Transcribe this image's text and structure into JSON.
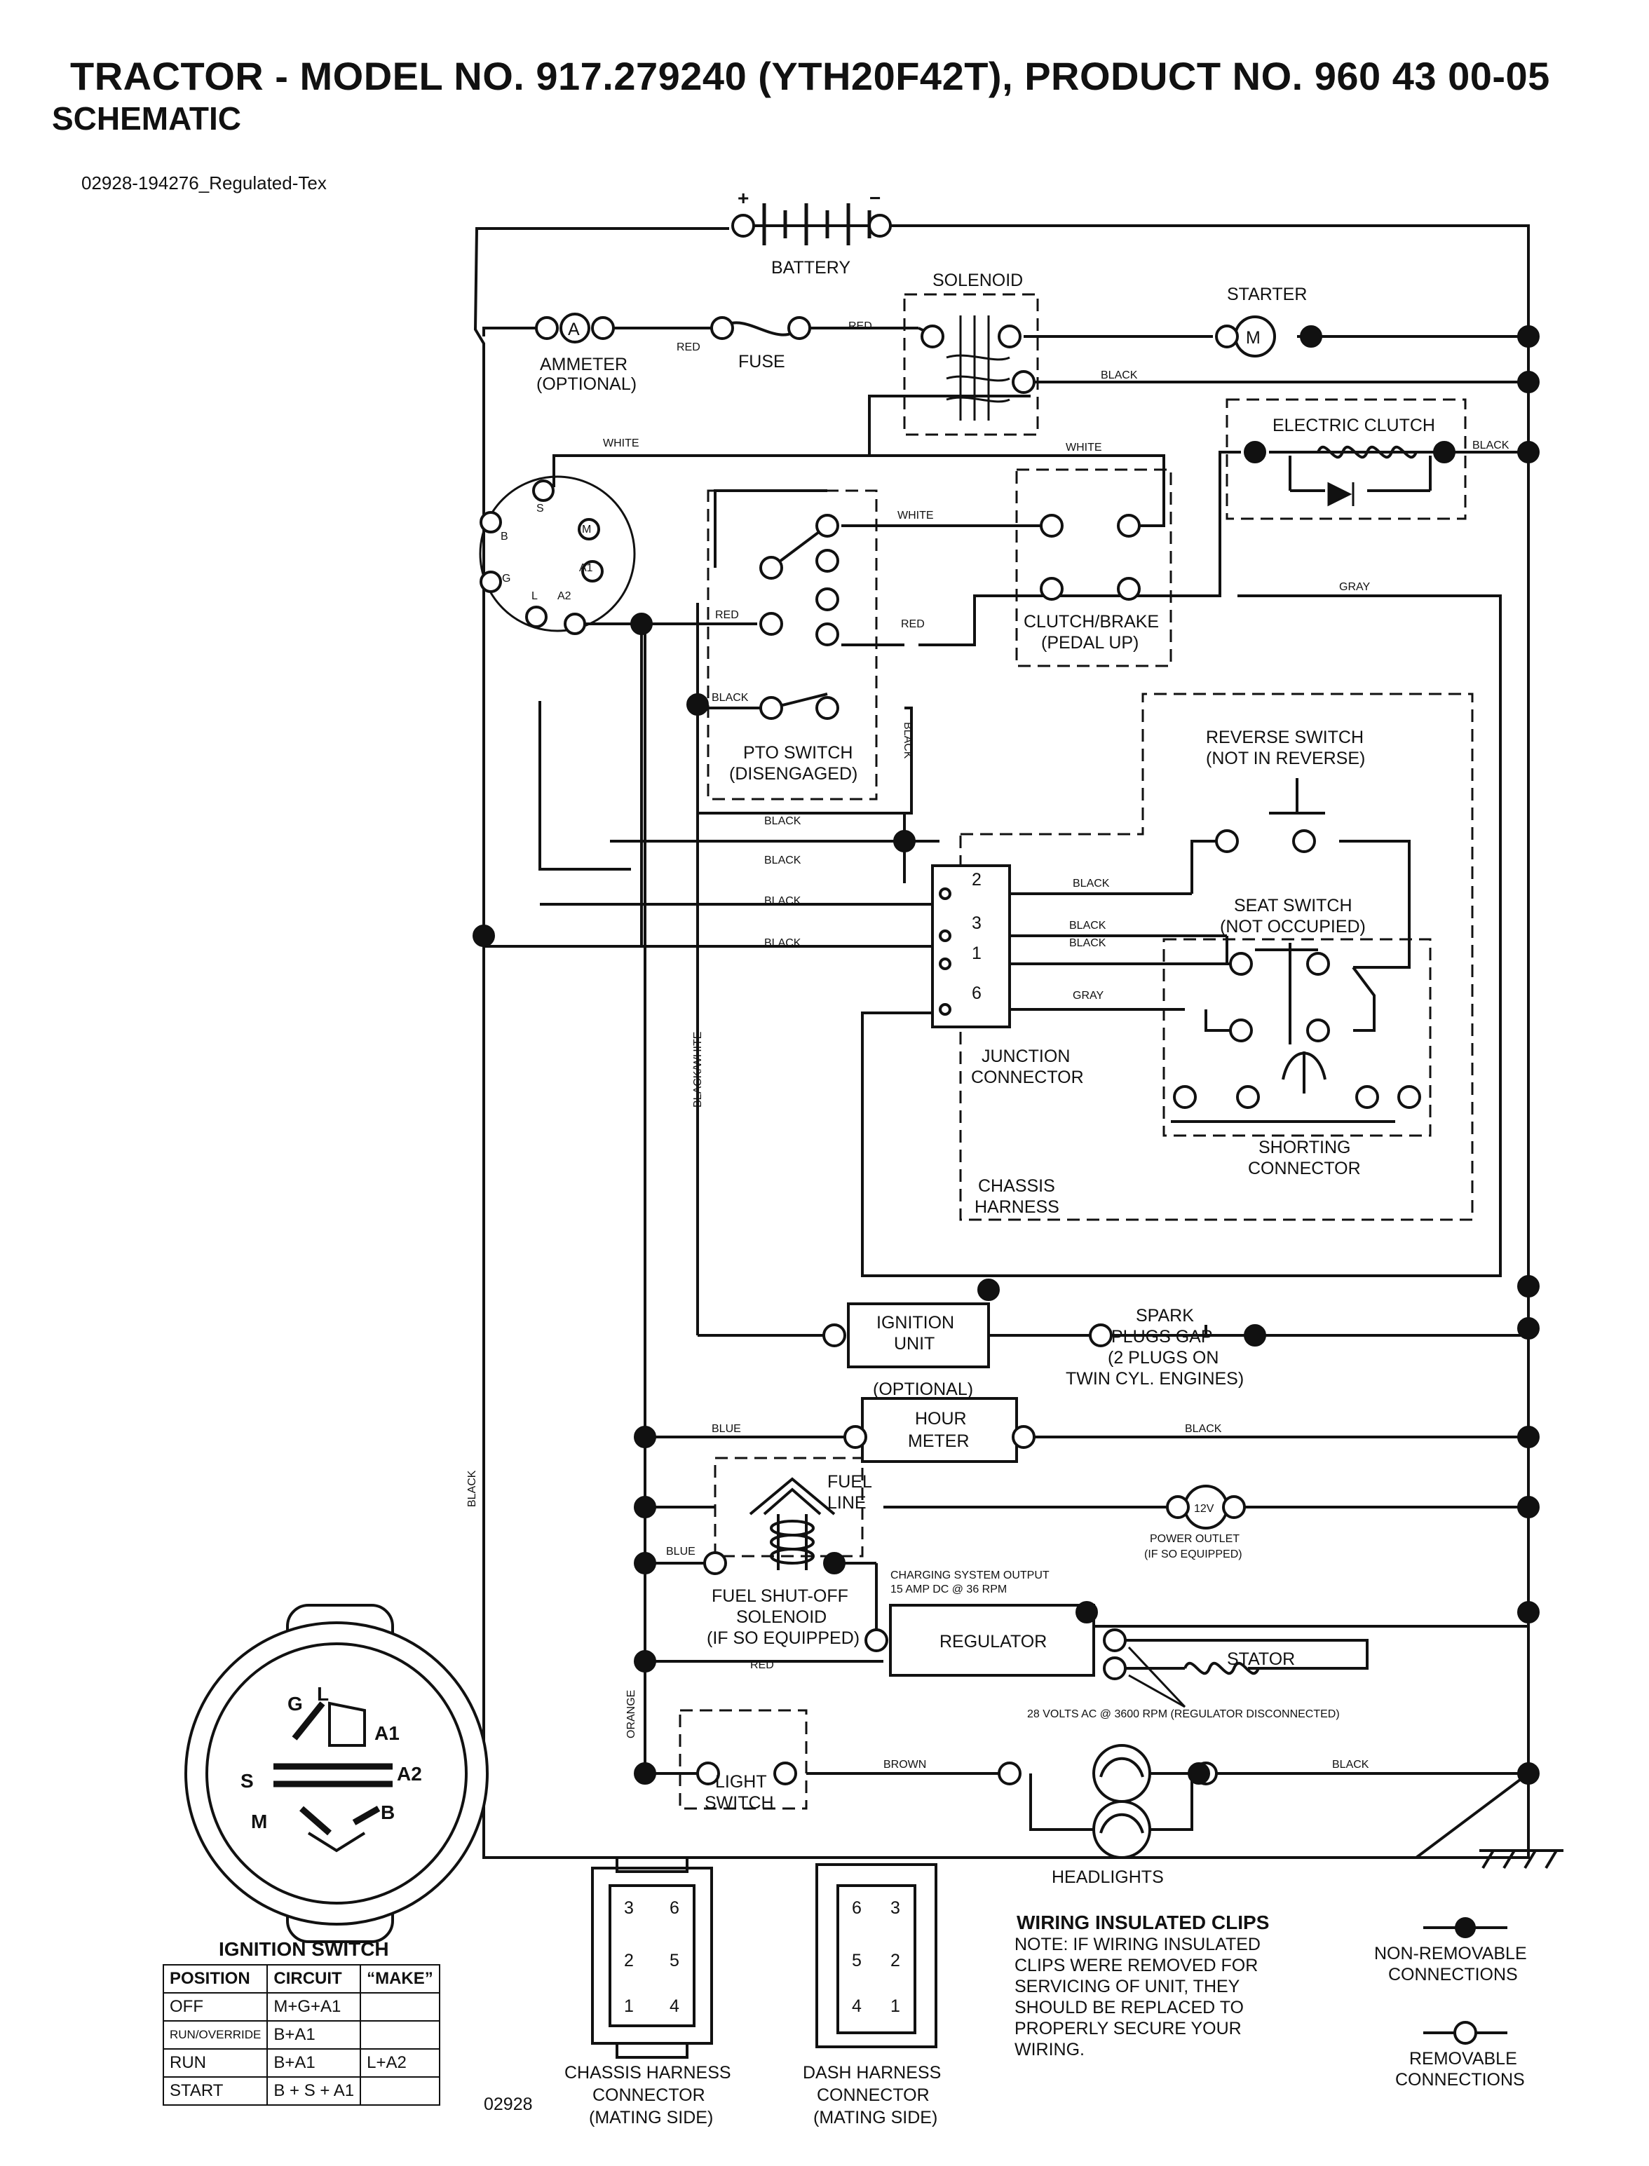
{
  "header": {
    "title": "TRACTOR - MODEL NO. 917.279240 (YTH20F42T), PRODUCT NO. 960 43 00-05",
    "subtitle": "SCHEMATIC",
    "doc_ref": "02928-194276_Regulated-Tex"
  },
  "components": {
    "battery": "BATTERY",
    "battery_plus": "+",
    "battery_minus": "−",
    "solenoid": "SOLENOID",
    "starter": "STARTER",
    "starter_symbol": "M",
    "ammeter": "AMMETER",
    "ammeter_note": "(OPTIONAL)",
    "ammeter_symbol": "A",
    "fuse": "FUSE",
    "electric_clutch": "ELECTRIC CLUTCH",
    "pto_switch": "PTO SWITCH",
    "pto_state": "(DISENGAGED)",
    "clutch_brake": "CLUTCH/BRAKE",
    "clutch_brake_state": "(PEDAL UP)",
    "reverse_switch": "REVERSE SWITCH",
    "reverse_state": "(NOT IN REVERSE)",
    "seat_switch": "SEAT SWITCH",
    "seat_state": "(NOT OCCUPIED)",
    "junction_connector_1": "JUNCTION",
    "junction_connector_2": "CONNECTOR",
    "shorting_connector_1": "SHORTING",
    "shorting_connector_2": "CONNECTOR",
    "chassis_harness_1": "CHASSIS",
    "chassis_harness_2": "HARNESS",
    "ignition_unit_1": "IGNITION",
    "ignition_unit_2": "UNIT",
    "spark_1": "SPARK",
    "spark_2": "PLUGS GAP",
    "spark_3": "(2 PLUGS ON",
    "spark_4": "TWIN CYL. ENGINES)",
    "hour_meter_opt": "(OPTIONAL)",
    "hour_meter_1": "HOUR",
    "hour_meter_2": "METER",
    "fuel_line_1": "FUEL",
    "fuel_line_2": "LINE",
    "power_outlet_symbol": "12V",
    "power_outlet_1": "POWER OUTLET",
    "power_outlet_2": "(IF SO EQUIPPED)",
    "fuel_solenoid_1": "FUEL SHUT-OFF",
    "fuel_solenoid_2": "SOLENOID",
    "fuel_solenoid_3": "(IF SO EQUIPPED)",
    "charging_1": "CHARGING SYSTEM OUTPUT",
    "charging_2": "15 AMP DC @ 36 RPM",
    "regulator": "REGULATOR",
    "stator": "STATOR",
    "ac_note": "28 VOLTS AC @ 3600 RPM (REGULATOR DISCONNECTED)",
    "light_switch_1": "LIGHT",
    "light_switch_2": "SWITCH",
    "headlights": "HEADLIGHTS",
    "junction_pins": [
      "2",
      "3",
      "1",
      "6"
    ],
    "ignition_terminals": [
      "B",
      "S",
      "M",
      "A1",
      "A2",
      "L",
      "G"
    ]
  },
  "wire_labels": {
    "red": "RED",
    "black": "BLACK",
    "white": "WHITE",
    "gray": "GRAY",
    "blue": "BLUE",
    "orange": "ORANGE",
    "brown": "BROWN",
    "black_white": "BLACK/WHITE"
  },
  "ignition_switch": {
    "title": "IGNITION SWITCH",
    "face_labels": [
      "G",
      "L",
      "A1",
      "A2",
      "B",
      "M",
      "S"
    ],
    "columns": [
      "POSITION",
      "CIRCUIT",
      "“MAKE”"
    ],
    "rows": [
      {
        "position": "OFF",
        "circuit": "M+G+A1",
        "make": ""
      },
      {
        "position": "RUN/OVERRIDE",
        "circuit": "B+A1",
        "make": ""
      },
      {
        "position": "RUN",
        "circuit": "B+A1",
        "make": "L+A2"
      },
      {
        "position": "START",
        "circuit": "B + S + A1",
        "make": ""
      }
    ],
    "code": "02928"
  },
  "connectors": {
    "chassis_1": "CHASSIS HARNESS",
    "chassis_2": "CONNECTOR",
    "chassis_3": "(MATING SIDE)",
    "dash_1": "DASH HARNESS",
    "dash_2": "CONNECTOR",
    "dash_3": "(MATING SIDE)",
    "chassis_pins": [
      "3",
      "6",
      "2",
      "5",
      "1",
      "4"
    ],
    "dash_pins": [
      "6",
      "3",
      "5",
      "2",
      "4",
      "1"
    ]
  },
  "clips_note": {
    "title": "WIRING INSULATED CLIPS",
    "lines": [
      "NOTE: IF WIRING INSULATED",
      "CLIPS WERE REMOVED FOR",
      "SERVICING OF UNIT, THEY",
      "SHOULD BE REPLACED TO",
      "PROPERLY SECURE YOUR",
      " WIRING."
    ]
  },
  "legend": {
    "non_removable_1": "NON-REMOVABLE",
    "non_removable_2": "CONNECTIONS",
    "removable_1": "REMOVABLE",
    "removable_2": "CONNECTIONS"
  }
}
